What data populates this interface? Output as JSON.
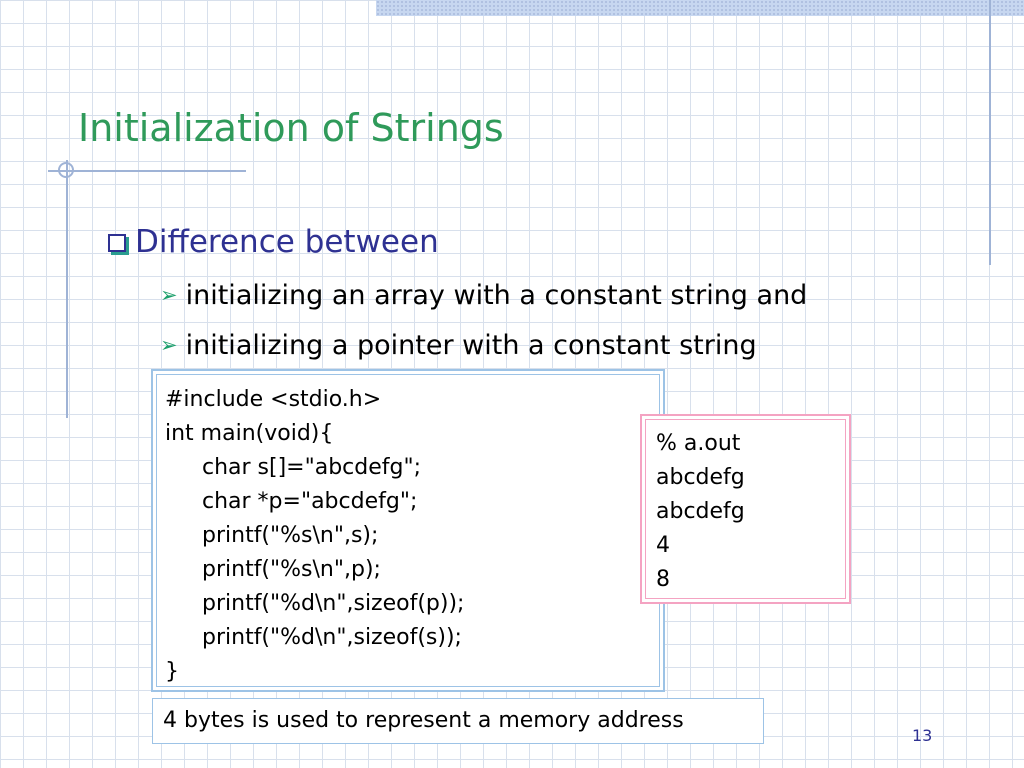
{
  "slide": {
    "title": "Initialization of Strings",
    "bullet": "Difference between",
    "sub_bullets": [
      "initializing an array with a constant string and",
      "initializing a pointer with a constant string"
    ],
    "code_lines": [
      "#include <stdio.h>",
      "int main(void){",
      "char s[]=\"abcdefg\";",
      "char *p=\"abcdefg\";",
      "printf(\"%s\\n\",s);",
      "printf(\"%s\\n\",p);",
      "printf(\"%d\\n\",sizeof(p));",
      "printf(\"%d\\n\",sizeof(s));",
      "}"
    ],
    "output_lines": [
      "% a.out",
      "abcdefg",
      "abcdefg",
      "4",
      "8"
    ],
    "note": "4 bytes is used to represent a memory address",
    "page_number": "13"
  },
  "icons": {
    "bullet_icon": "checkbox-square-icon",
    "sub_bullet_icon": "arrow-right-icon"
  },
  "colors": {
    "title": "#2f9a5a",
    "bullet_text": "#2e3192",
    "code_border": "#9dc3e6",
    "output_border": "#f4a3c2",
    "grid": "#d8e0ec"
  }
}
